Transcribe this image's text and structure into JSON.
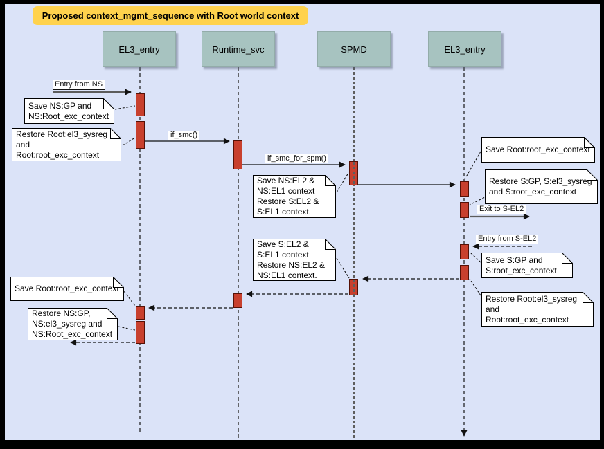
{
  "diagram": {
    "title": "Proposed context_mgmt_sequence with Root world context",
    "actors": [
      {
        "id": "el3-entry-1",
        "label": "EL3_entry"
      },
      {
        "id": "runtime-svc",
        "label": "Runtime_svc"
      },
      {
        "id": "spmd",
        "label": "SPMD"
      },
      {
        "id": "el3-entry-2",
        "label": "EL3_entry"
      }
    ],
    "messages": [
      {
        "id": "entry-from-ns",
        "label": "Entry from NS",
        "from": "external",
        "to": "EL3_entry",
        "style": "solid"
      },
      {
        "id": "if-smc",
        "label": "if_smc()",
        "from": "EL3_entry",
        "to": "Runtime_svc",
        "style": "solid"
      },
      {
        "id": "if-smc-for-spm",
        "label": "if_smc_for_spm()",
        "from": "Runtime_svc",
        "to": "SPMD",
        "style": "solid"
      },
      {
        "id": "spmd-to-el3",
        "label": "",
        "from": "SPMD",
        "to": "EL3_entry",
        "style": "solid"
      },
      {
        "id": "exit-to-s-el2",
        "label": "Exit to S-EL2",
        "from": "EL3_entry",
        "to": "external",
        "style": "solid"
      },
      {
        "id": "entry-from-s-el2",
        "label": "Entry from S-EL2",
        "from": "external",
        "to": "EL3_entry",
        "style": "dashed"
      },
      {
        "id": "return-el3-to-spmd",
        "label": "",
        "from": "EL3_entry",
        "to": "SPMD",
        "style": "dashed"
      },
      {
        "id": "return-spmd-to-runtime",
        "label": "",
        "from": "SPMD",
        "to": "Runtime_svc",
        "style": "dashed"
      },
      {
        "id": "return-runtime-to-el3",
        "label": "",
        "from": "Runtime_svc",
        "to": "EL3_entry",
        "style": "dashed"
      },
      {
        "id": "return-el3-to-ns",
        "label": "",
        "from": "EL3_entry",
        "to": "external",
        "style": "dashed"
      }
    ],
    "notes": [
      {
        "id": "save-ns-gp",
        "text": "Save NS:GP and\nNS:Root_exc_context"
      },
      {
        "id": "restore-root-left",
        "text": "Restore Root:el3_sysreg\nand\nRoot:root_exc_context"
      },
      {
        "id": "save-ns-el2-restore-s",
        "text": "Save NS:EL2 &\nNS:EL1 context\nRestore S:EL2 &\nS:EL1 context."
      },
      {
        "id": "save-s-el2-restore-ns",
        "text": "Save S:EL2 &\nS:EL1 context\nRestore NS:EL2 &\nNS:EL1 context."
      },
      {
        "id": "save-root-exc-right",
        "text": "Save Root:root_exc_context"
      },
      {
        "id": "restore-s-gp",
        "text": "Restore S:GP, S:el3_sysreg\nand S:root_exc_context"
      },
      {
        "id": "save-s-gp",
        "text": "Save S:GP and\nS:root_exc_context"
      },
      {
        "id": "restore-root-right",
        "text": "Restore Root:el3_sysreg\nand\nRoot:root_exc_context"
      },
      {
        "id": "save-root-exc-left",
        "text": "Save Root:root_exc_context"
      },
      {
        "id": "restore-ns-gp",
        "text": "Restore NS:GP,\nNS:el3_sysreg and\nNS:Root_exc_context"
      }
    ],
    "colors": {
      "background": "#dbe3f8",
      "frame": "#000000",
      "title_bg": "#ffd24d",
      "actor_fill": "#a7c3c0",
      "actor_border": "#93aca9",
      "bar_fill": "#c8402e",
      "bar_border": "#561106",
      "note_fill": "#ffffff"
    }
  }
}
